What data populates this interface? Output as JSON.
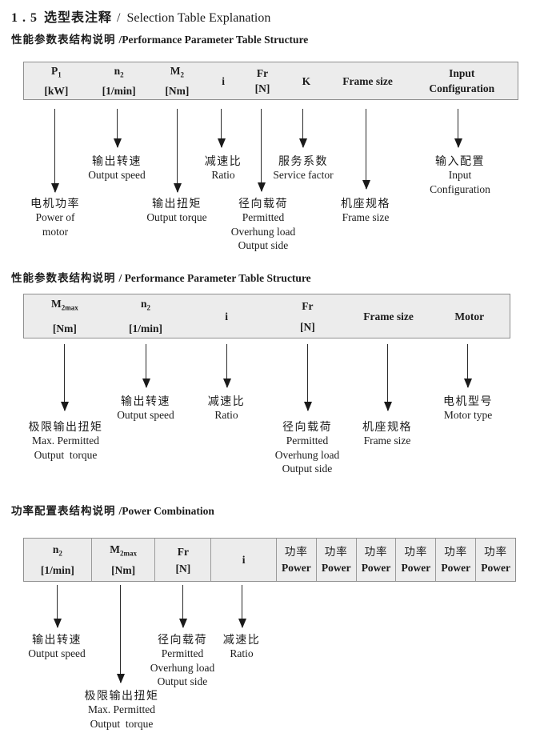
{
  "colors": {
    "table_fill": "#ececec",
    "table_border": "#8f8f8f",
    "text": "#1c1c1c"
  },
  "header": {
    "number": "1 . 5",
    "title_zh": "选型表注释",
    "separator": "/",
    "title_en": "Selection Table Explanation"
  },
  "sections": [
    {
      "heading_zh": "性能参数表结构说明",
      "heading_en": "/Performance Parameter Table Structure",
      "table": {
        "columns": [
          {
            "line1": "P",
            "sub": "1",
            "line2": "[kW]"
          },
          {
            "line1": "n",
            "sub": "2",
            "line2": "[1/min]"
          },
          {
            "line1": "M",
            "sub": "2",
            "line2": "[Nm]"
          },
          {
            "line1": "i"
          },
          {
            "line1": "Fr",
            "line2": "[N]"
          },
          {
            "line1": "K"
          },
          {
            "line1": "Frame size"
          },
          {
            "line1": "Input",
            "line2": "Configuration"
          }
        ]
      },
      "labels": [
        {
          "lines": [
            "电机功率",
            "Power of",
            "motor"
          ]
        },
        {
          "lines": [
            "输出转速",
            "Output speed"
          ]
        },
        {
          "lines": [
            "输出扭矩",
            "Output torque"
          ]
        },
        {
          "lines": [
            "减速比",
            "Ratio"
          ]
        },
        {
          "lines": [
            "径向载荷",
            "Permitted",
            "Overhung load",
            "Output side"
          ]
        },
        {
          "lines": [
            "服务系数",
            "Service factor"
          ]
        },
        {
          "lines": [
            "机座规格",
            "Frame size"
          ]
        },
        {
          "lines": [
            "输入配置",
            "Input",
            "Configuration"
          ]
        }
      ]
    },
    {
      "heading_zh": "性能参数表结构说明",
      "heading_en": "/ Performance Parameter Table Structure",
      "table": {
        "columns": [
          {
            "line1": "M",
            "sub": "2max",
            "line2": "[Nm]"
          },
          {
            "line1": "n",
            "sub": "2",
            "line2": "[1/min]"
          },
          {
            "line1": "i"
          },
          {
            "line1": "Fr",
            "line2": "[N]"
          },
          {
            "line1": "Frame size"
          },
          {
            "line1": "Motor"
          }
        ]
      },
      "labels": [
        {
          "lines": [
            "极限输出扭矩",
            "Max. Permitted",
            "Output  torque"
          ]
        },
        {
          "lines": [
            "输出转速",
            "Output speed"
          ]
        },
        {
          "lines": [
            "减速比",
            "Ratio"
          ]
        },
        {
          "lines": [
            "径向载荷",
            "Permitted",
            "Overhung load",
            "Output side"
          ]
        },
        {
          "lines": [
            "机座规格",
            "Frame size"
          ]
        },
        {
          "lines": [
            "电机型号",
            "Motor type"
          ]
        }
      ]
    },
    {
      "heading_zh": "功率配置表结构说明",
      "heading_en": "/Power Combination",
      "table": {
        "columns": [
          {
            "line1": "n",
            "sub": "2",
            "line2": "[1/min]"
          },
          {
            "line1": "M",
            "sub": "2max",
            "line2": "[Nm]"
          },
          {
            "line1": "Fr",
            "line2": "[N]"
          },
          {
            "line1": "i"
          }
        ],
        "power_cell": {
          "zh": "功率",
          "en": "Power"
        },
        "power_cell_count": 6
      },
      "labels": [
        {
          "lines": [
            "输出转速",
            "Output speed"
          ]
        },
        {
          "lines": [
            "极限输出扭矩",
            "Max. Permitted",
            "Output  torque"
          ]
        },
        {
          "lines": [
            "径向载荷",
            "Permitted",
            "Overhung load",
            "Output side"
          ]
        },
        {
          "lines": [
            "减速比",
            "Ratio"
          ]
        }
      ]
    }
  ]
}
